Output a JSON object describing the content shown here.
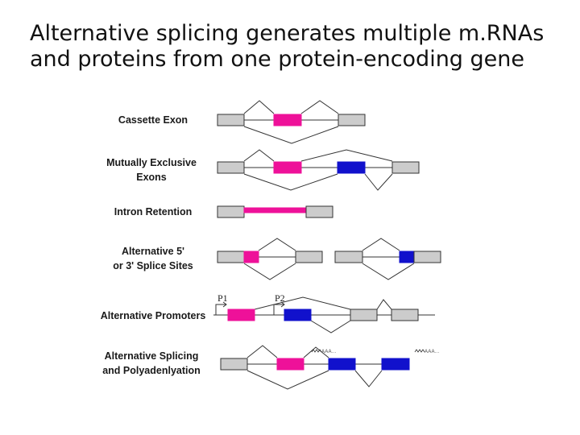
{
  "title": {
    "line1": "Alternative splicing generates multiple m.RNAs",
    "line2": "and proteins from one protein-encoding gene"
  },
  "labels": {
    "cassette": "Cassette Exon",
    "mutually_1": "Mutually Exclusive",
    "mutually_2": "Exons",
    "intron": "Intron Retention",
    "alt_splice_1": "Alternative 5'",
    "alt_splice_2": "or 3' Splice Sites",
    "promoters": "Alternative Promoters",
    "polyA_1": "Alternative Splicing",
    "polyA_2": "and Polyadenlyation"
  },
  "promoters": {
    "p1": "P1",
    "p2": "P2"
  },
  "polyA": {
    "signal": "AAA..."
  },
  "colors": {
    "constitutive_exon": "#cccccc",
    "alternative_exon_magenta": "#ee1199",
    "alternative_exon_blue": "#1111cc",
    "outline": "#333333"
  }
}
